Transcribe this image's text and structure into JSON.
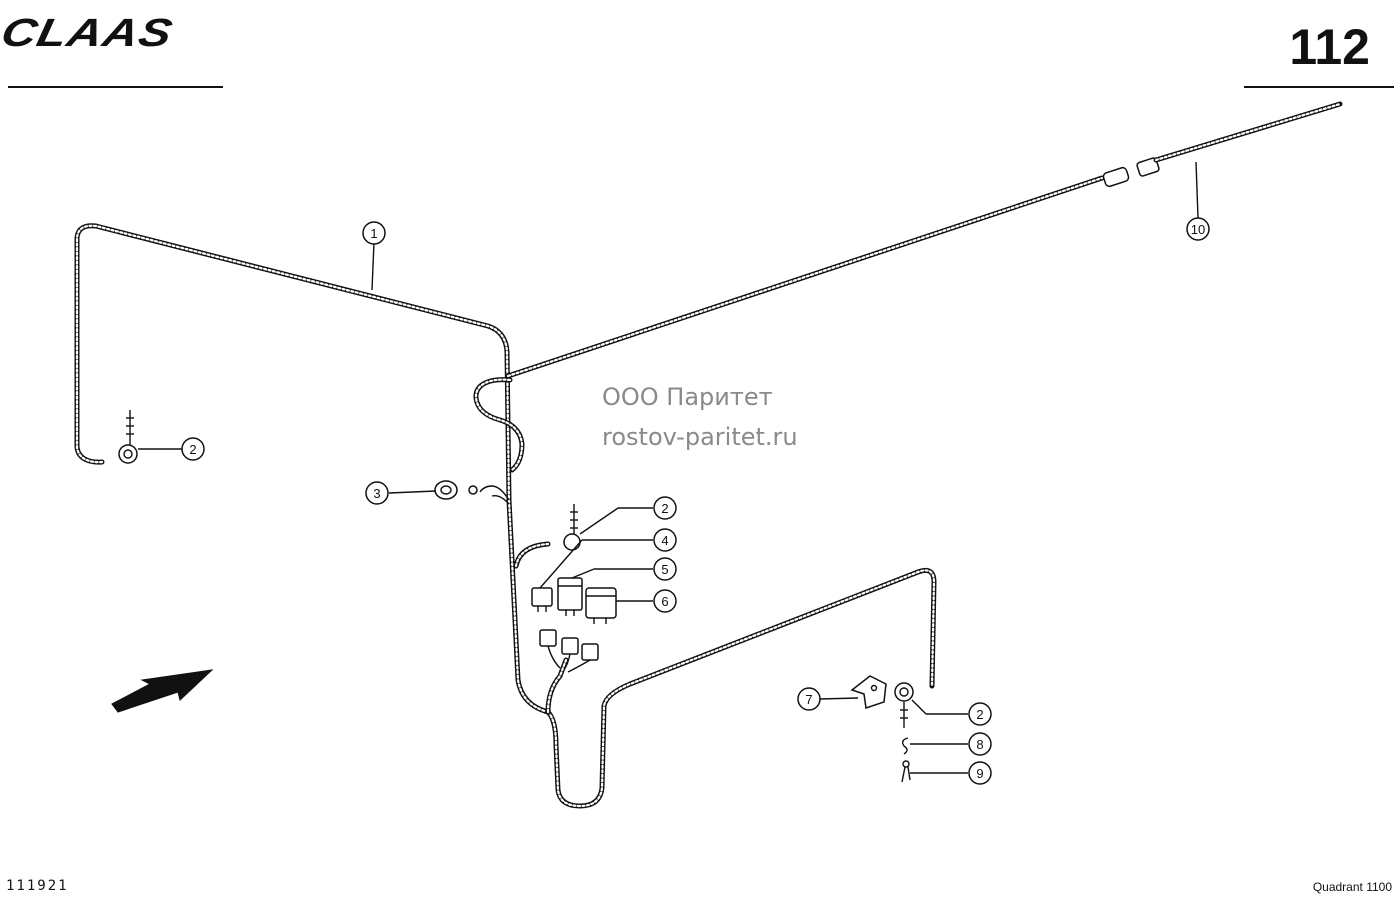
{
  "header": {
    "logo": "CLAAS",
    "page_number": "112"
  },
  "watermark": {
    "line1": "ООО Паритет",
    "line2": "rostov-paritet.ru"
  },
  "footer": {
    "drawing_code": "111921",
    "model": "Quadrant 1100"
  },
  "callouts": [
    {
      "label": "1",
      "target": "main-harness"
    },
    {
      "label": "2",
      "target": "cable-clip-left"
    },
    {
      "label": "3",
      "target": "connector-socket"
    },
    {
      "label": "2",
      "target": "cable-clip-center"
    },
    {
      "label": "4",
      "target": "relay-small"
    },
    {
      "label": "5",
      "target": "relay-medium"
    },
    {
      "label": "6",
      "target": "relay-large"
    },
    {
      "label": "10",
      "target": "extension-cable"
    },
    {
      "label": "7",
      "target": "mounting-bracket"
    },
    {
      "label": "2",
      "target": "cable-clip-right"
    },
    {
      "label": "8",
      "target": "spring-washer"
    },
    {
      "label": "9",
      "target": "cotter-pin"
    }
  ],
  "colors": {
    "line": "#111111",
    "watermark": "#8a8a8a",
    "background": "#ffffff"
  }
}
